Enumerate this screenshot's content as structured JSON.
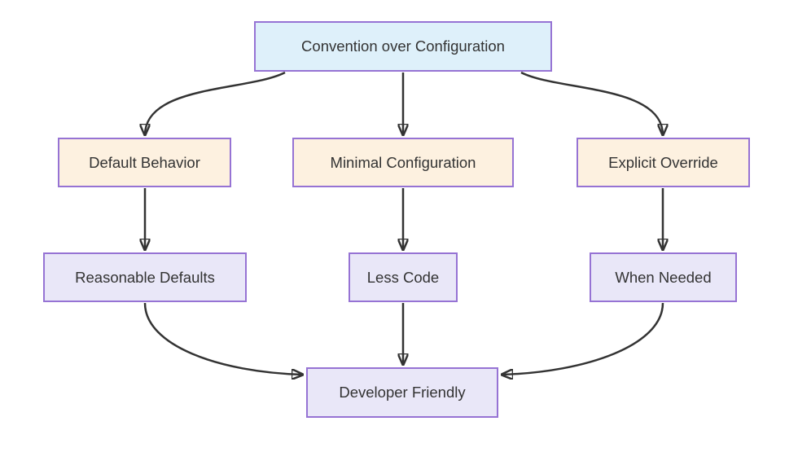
{
  "palette": {
    "background": "#ffffff",
    "edge_color": "#333333",
    "text_color": "#333333",
    "node_border": "#9673d4",
    "root_fill": "#def0fa",
    "principle_fill": "#fdf1e0",
    "outcome_fill": "#e9e7f8"
  },
  "nodes": {
    "root": {
      "label": "Convention over Configuration"
    },
    "default_behavior": {
      "label": "Default Behavior"
    },
    "minimal_configuration": {
      "label": "Minimal Configuration"
    },
    "explicit_override": {
      "label": "Explicit Override"
    },
    "reasonable_defaults": {
      "label": "Reasonable Defaults"
    },
    "less_code": {
      "label": "Less Code"
    },
    "when_needed": {
      "label": "When Needed"
    },
    "developer_friendly": {
      "label": "Developer Friendly"
    }
  },
  "edges": [
    {
      "from": "Convention over Configuration",
      "to": "Default Behavior"
    },
    {
      "from": "Convention over Configuration",
      "to": "Minimal Configuration"
    },
    {
      "from": "Convention over Configuration",
      "to": "Explicit Override"
    },
    {
      "from": "Default Behavior",
      "to": "Reasonable Defaults"
    },
    {
      "from": "Minimal Configuration",
      "to": "Less Code"
    },
    {
      "from": "Explicit Override",
      "to": "When Needed"
    },
    {
      "from": "Reasonable Defaults",
      "to": "Developer Friendly"
    },
    {
      "from": "Less Code",
      "to": "Developer Friendly"
    },
    {
      "from": "When Needed",
      "to": "Developer Friendly"
    }
  ]
}
